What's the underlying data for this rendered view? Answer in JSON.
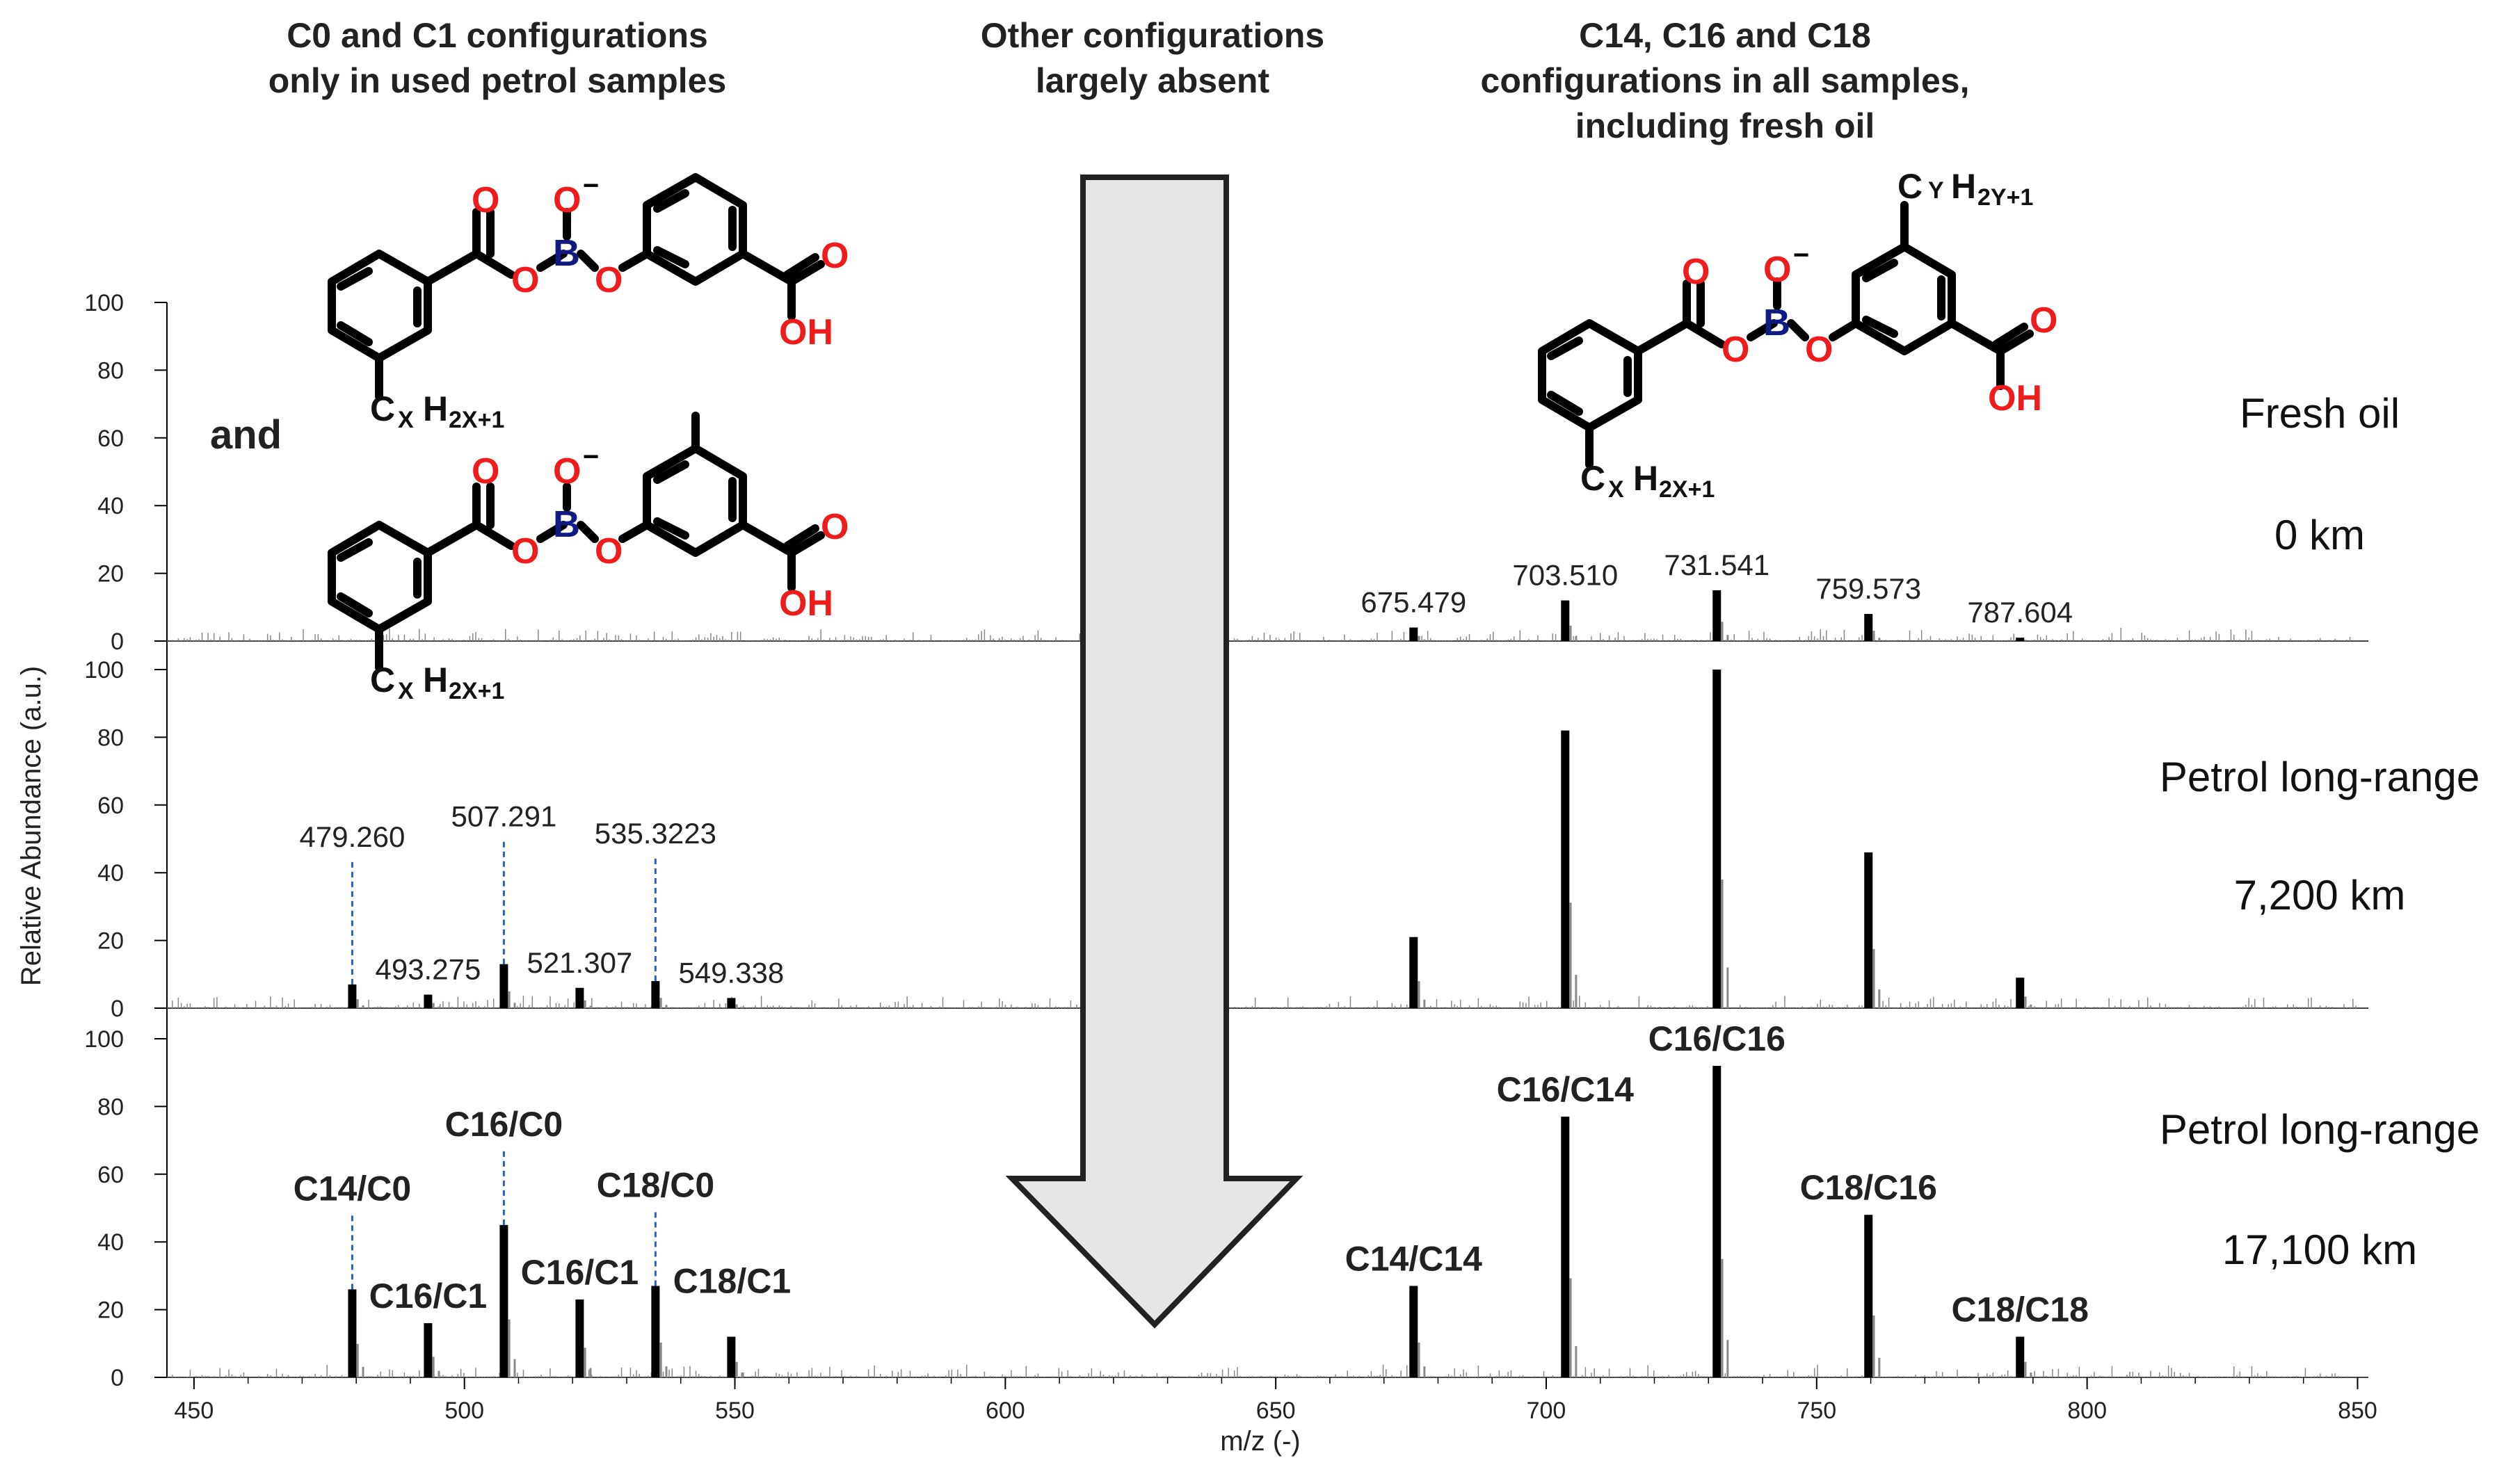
{
  "header": {
    "left": [
      "C0 and C1 configurations",
      "only in used petrol samples"
    ],
    "middle": [
      "Other configurations",
      "largely absent"
    ],
    "right": [
      "C14, C16 and C18",
      "configurations in all samples,",
      "including fresh oil"
    ]
  },
  "structure_labels": {
    "and": "and",
    "cx_c": "C",
    "cx_sub": "X",
    "cx_h": "H",
    "cx_hsub": "2X+1",
    "cy_c": "C",
    "cy_sub": "Y",
    "cy_h": "H",
    "cy_hsub": "2Y+1",
    "oxygen": "O",
    "oxygen_anion": "O",
    "anion_charge": "−",
    "boron": "B",
    "hydroxyl": "OH"
  },
  "colors": {
    "oxygen": "#ee1c1c",
    "boron": "#111a80",
    "bars": "#000000",
    "noise": "#888888",
    "guide": "#2b5fc7",
    "arrow_fill": "#e6e6e6",
    "arrow_stroke": "#222222"
  },
  "chart_data": {
    "type": "bar",
    "xlabel": "m/z (-)",
    "ylabel": "Relative Abundance (a.u.)",
    "xlim": [
      445,
      852
    ],
    "ylim": [
      0,
      100
    ],
    "xticks": [
      450,
      500,
      550,
      600,
      650,
      700,
      750,
      800,
      850
    ],
    "yticks": [
      0,
      20,
      40,
      60,
      80,
      100
    ],
    "panels": [
      {
        "labels": [
          "Fresh oil",
          "0 km"
        ],
        "peaks": [
          {
            "x": 675.479,
            "y": 4,
            "label": "675.479"
          },
          {
            "x": 703.51,
            "y": 12,
            "label": "703.510"
          },
          {
            "x": 731.541,
            "y": 15,
            "label": "731.541"
          },
          {
            "x": 759.573,
            "y": 8,
            "label": "759.573"
          },
          {
            "x": 787.604,
            "y": 1,
            "label": "787.604"
          }
        ]
      },
      {
        "labels": [
          "Petrol long-range",
          "7,200 km"
        ],
        "peaks": [
          {
            "x": 479.26,
            "y": 7,
            "label": "479.260",
            "guide": true
          },
          {
            "x": 493.275,
            "y": 4,
            "label": "493.275"
          },
          {
            "x": 507.291,
            "y": 13,
            "label": "507.291",
            "guide": true
          },
          {
            "x": 521.307,
            "y": 6,
            "label": "521.307"
          },
          {
            "x": 535.3223,
            "y": 8,
            "label": "535.3223",
            "guide": true
          },
          {
            "x": 549.338,
            "y": 3,
            "label": "549.338"
          },
          {
            "x": 675.479,
            "y": 21,
            "label": ""
          },
          {
            "x": 703.51,
            "y": 82,
            "label": ""
          },
          {
            "x": 731.541,
            "y": 100,
            "label": ""
          },
          {
            "x": 759.573,
            "y": 46,
            "label": ""
          },
          {
            "x": 787.604,
            "y": 9,
            "label": ""
          }
        ]
      },
      {
        "labels": [
          "Petrol long-range",
          "17,100 km"
        ],
        "peaks": [
          {
            "x": 479.26,
            "y": 26,
            "label": "C14/C0",
            "guide": true
          },
          {
            "x": 493.275,
            "y": 16,
            "label": "C16/C1"
          },
          {
            "x": 507.291,
            "y": 45,
            "label": "C16/C0",
            "guide": true
          },
          {
            "x": 521.307,
            "y": 23,
            "label": "C16/C1"
          },
          {
            "x": 535.3223,
            "y": 27,
            "label": "C18/C0",
            "guide": true
          },
          {
            "x": 549.338,
            "y": 12,
            "label": ""
          },
          {
            "x": 675.479,
            "y": 27,
            "label": "C14/C14"
          },
          {
            "x": 703.51,
            "y": 77,
            "label": "C16/C14"
          },
          {
            "x": 731.541,
            "y": 92,
            "label": "C16/C16"
          },
          {
            "x": 759.573,
            "y": 48,
            "label": "C18/C16"
          },
          {
            "x": 787.604,
            "y": 12,
            "label": "C18/C18"
          }
        ],
        "extra_labels": [
          {
            "text": "C18/C1",
            "x": 535.3223
          }
        ]
      }
    ]
  }
}
